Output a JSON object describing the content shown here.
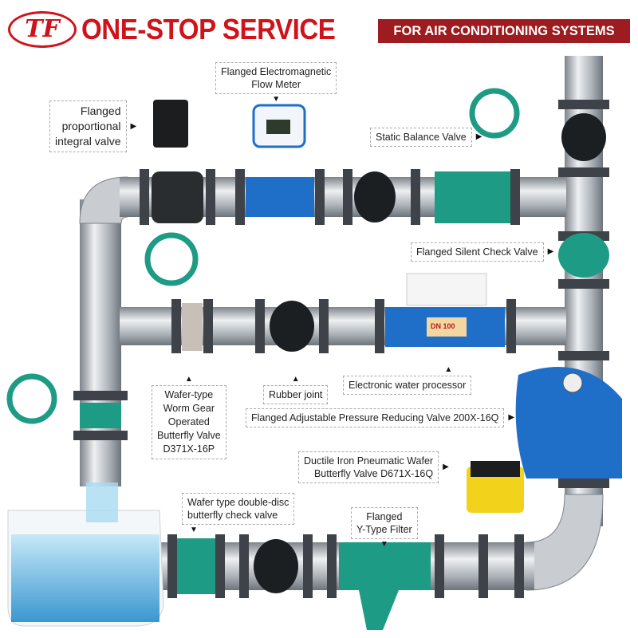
{
  "header": {
    "logo_text": "TF",
    "title": "ONE-STOP SERVICE",
    "subtitle": "FOR AIR CONDITIONING SYSTEMS"
  },
  "labels": {
    "proportional_valve": [
      "Flanged",
      "proportional",
      "integral valve"
    ],
    "flow_meter": [
      "Flanged Electromagnetic",
      "Flow Meter"
    ],
    "static_balance": "Static Balance Valve",
    "silent_check": "Flanged Silent Check Valve",
    "butterfly_worm": [
      "Wafer-type",
      "Worm Gear",
      "Operated",
      "Butterfly Valve",
      "D371X-16P"
    ],
    "rubber_joint": "Rubber joint",
    "water_processor": "Electronic water processor",
    "pressure_reducing": "Flanged Adjustable Pressure Reducing Valve 200X-16Q",
    "pneumatic_butterfly": [
      "Ductile Iron Pneumatic Wafer",
      "Butterfly Valve D671X-16Q"
    ],
    "double_disc": [
      "Wafer type double-disc",
      "butterfly check valve"
    ],
    "y_filter": [
      "Flanged",
      "Y-Type Filter"
    ]
  },
  "processor_display": {
    "label": "DN 100"
  },
  "colors": {
    "brand_red": "#d0121b",
    "banner": "#9e1b1f",
    "valve_green": "#1e9b84",
    "valve_blue": "#1f6fc8",
    "pipe": "#b9bec4"
  }
}
